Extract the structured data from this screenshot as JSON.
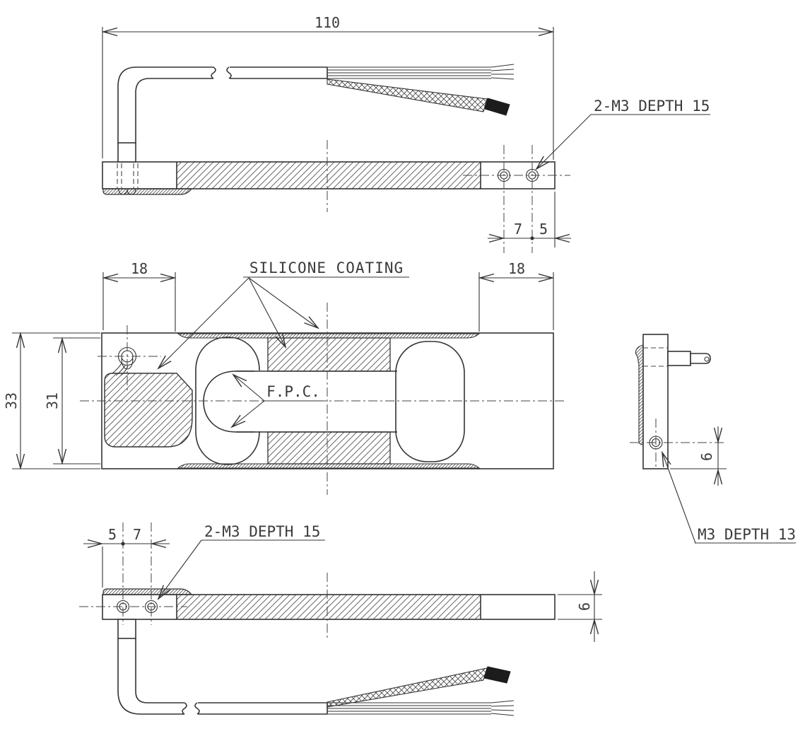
{
  "top_view": {
    "dim_overall_length": "110",
    "thread_note": "2-M3 DEPTH 15",
    "dim_hole_pitch": "7",
    "dim_hole_edge": "5"
  },
  "plan_view": {
    "dim_left_block": "18",
    "coating_note": "SILICONE COATING",
    "dim_right_block": "18",
    "dim_overall_width": "33",
    "dim_inner_width": "31",
    "fpc_note": "F.P.C."
  },
  "side_view": {
    "dim_hole_offset": "6",
    "thread_note": "M3 DEPTH 13"
  },
  "bottom_view": {
    "dim_hole_edge": "5",
    "dim_hole_pitch": "7",
    "thread_note": "2-M3 DEPTH 15",
    "dim_thickness": "6"
  },
  "colors": {
    "line": "#333333",
    "hatch": "#555555",
    "text": "#3a3a3a",
    "cable_tip": "#1c1c1c",
    "background": "#ffffff"
  }
}
